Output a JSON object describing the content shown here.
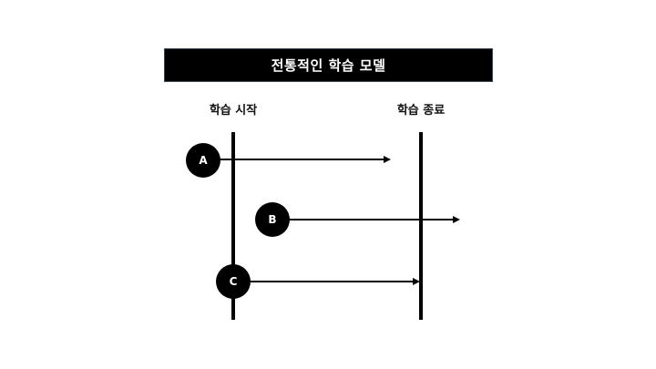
{
  "title": "전통적인 학습 모델",
  "columns": {
    "start_label": "학습 시작",
    "end_label": "학습 종료"
  },
  "learners": [
    {
      "id": "A",
      "label": "A",
      "note": "starts before 학습 시작, arrow ends before 학습 종료"
    },
    {
      "id": "B",
      "label": "B",
      "note": "starts after 학습 시작, arrow extends past 학습 종료"
    },
    {
      "id": "C",
      "label": "C",
      "note": "starts at 학습 시작, arrow ends at 학습 종료"
    }
  ],
  "colors": {
    "title_bg": "#000000",
    "title_border": "#3b4656",
    "title_text": "#ffffff",
    "lines": "#000000",
    "node_fill": "#000000",
    "node_text": "#ffffff",
    "background": "#ffffff"
  }
}
